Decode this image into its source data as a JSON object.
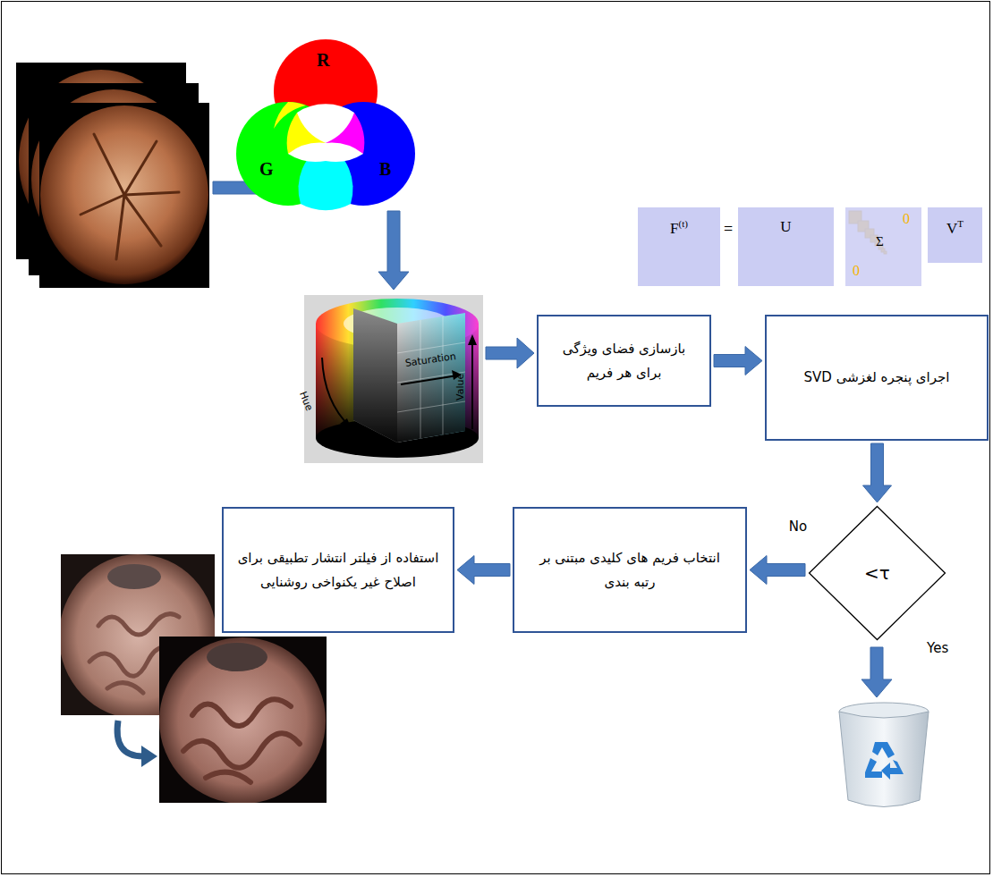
{
  "diagram": {
    "nodes": [
      {
        "text": [
          "F",
          "(t)"
        ]
      },
      {
        "text": [
          "U"
        ]
      },
      {
        "text": [
          "Σ",
          "0",
          "0"
        ]
      },
      {
        "text": [
          "V",
          "T"
        ]
      },
      {
        "text": [
          "بازسازی فضای ویژگی برای هر فریم"
        ]
      },
      {
        "text": [
          "اجرای پنجره لغزشی SVD"
        ]
      },
      {
        "text": [
          "<τ"
        ]
      },
      {
        "text": [
          "انتخاب فریم های کلیدی مبتنی بر رتبه بندی"
        ]
      },
      {
        "text": [
          "استفاده از فیلتر انتشار تطبیقی برای اصلاح غیر یکنواخی روشنایی"
        ]
      }
    ],
    "edges": [
      {
        "from": 4,
        "to": 5,
        "arrow": "to"
      },
      {
        "from": 5,
        "to": 6,
        "arrow": "to"
      },
      {
        "from": 6,
        "to": 7,
        "arrow": "to",
        "label": "No"
      },
      {
        "from": 7,
        "to": 8,
        "arrow": "to"
      }
    ],
    "labels": [
      "R",
      "G",
      "B",
      "Hue",
      "Saturation",
      "Value",
      "=",
      "Yes"
    ]
  }
}
